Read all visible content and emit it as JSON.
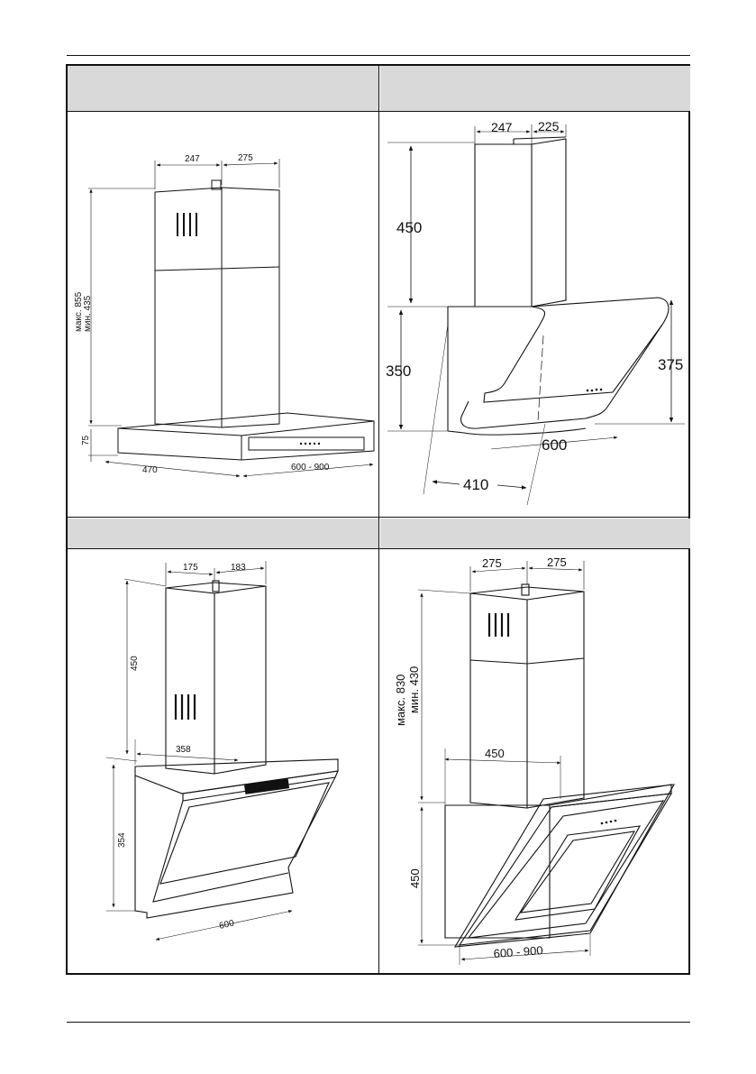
{
  "diagrams": {
    "tl": {
      "d1": "247",
      "d2": "275",
      "height": "макс. 855",
      "height2": "мин. 435",
      "d75": "75",
      "d470": "470",
      "width": "600 - 900"
    },
    "tr": {
      "d1": "247",
      "d2": "225",
      "d450": "450",
      "d350": "350",
      "d375": "375",
      "d600": "600",
      "d410": "410"
    },
    "bl": {
      "d1": "175",
      "d2": "183",
      "d450": "450",
      "d358": "358",
      "d354": "354",
      "d600": "600"
    },
    "br": {
      "d1": "275",
      "d2": "275",
      "height": "макс. 830",
      "height2": "мин. 430",
      "d450a": "450",
      "d450b": "450",
      "width": "600 - 900"
    }
  }
}
